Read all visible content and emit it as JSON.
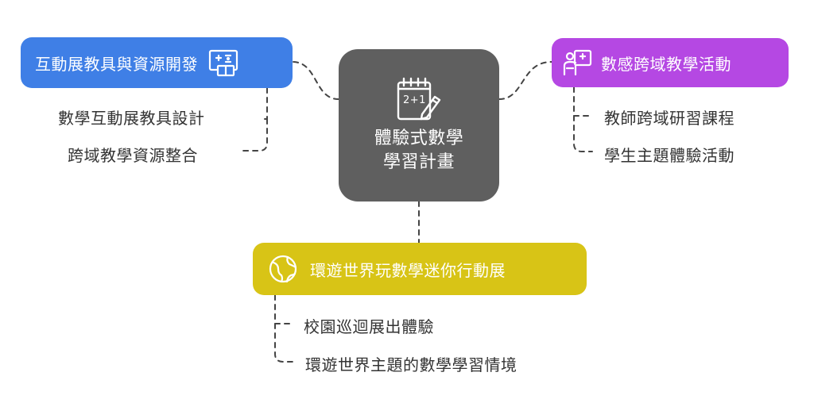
{
  "center": {
    "label": "體驗式數學\n學習計畫",
    "icon": "calendar-plus-pencil-icon"
  },
  "nodes": {
    "left": {
      "label": "互動展教具與資源開發",
      "icon": "math-board-icon",
      "color": "#3f7fe6",
      "items": [
        "數學互動展教具設計",
        "跨域教學資源整合"
      ]
    },
    "right": {
      "label": "數感跨域教學活動",
      "icon": "teacher-board-icon",
      "color": "#b548e3",
      "items": [
        "教師跨域研習課程",
        "學生主題體驗活動"
      ]
    },
    "bottom": {
      "label": "環遊世界玩數學迷你行動展",
      "icon": "globe-icon",
      "color": "#d8c416",
      "items": [
        "校園巡迴展出體驗",
        "環遊世界主題的數學學習情境"
      ]
    }
  },
  "colors": {
    "center": "#5f5f5f",
    "connector": "#444444",
    "leaf_text": "#333333"
  }
}
